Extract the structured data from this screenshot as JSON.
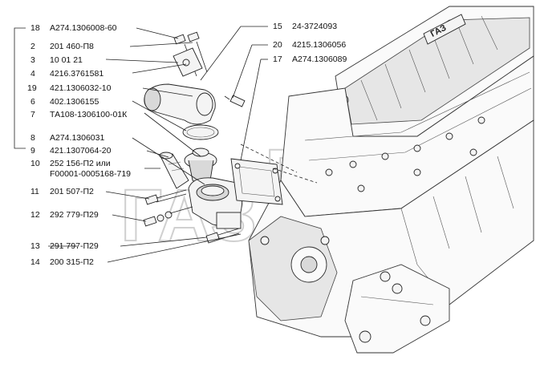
{
  "callouts": [
    {
      "num": "18",
      "code": "A274.1306008-60"
    },
    {
      "num": "2",
      "code": "201 460-П8"
    },
    {
      "num": "3",
      "code": "10 01 21"
    },
    {
      "num": "4",
      "code": "4216.3761581"
    },
    {
      "num": "19",
      "code": "421.1306032-10"
    },
    {
      "num": "6",
      "code": "402.1306155"
    },
    {
      "num": "7",
      "code": "ТА108-1306100-01К"
    },
    {
      "num": "8",
      "code": "A274.1306031"
    },
    {
      "num": "9",
      "code": "421.1307064-20"
    },
    {
      "num": "10",
      "code": "252 156-П2 или"
    },
    {
      "num": "",
      "code": "F00001-0005168-719"
    },
    {
      "num": "11",
      "code": "201 507-П2"
    },
    {
      "num": "12",
      "code": "292 779-П29"
    },
    {
      "num": "13",
      "code": "291 797-П29"
    },
    {
      "num": "14",
      "code": "200 315-П2"
    },
    {
      "num": "15",
      "code": "24-3724093"
    },
    {
      "num": "20",
      "code": "4215.1306056"
    },
    {
      "num": "17",
      "code": "A274.1306089"
    }
  ],
  "engine_badge": "ГАЗ",
  "watermark": "ГАЗ"
}
